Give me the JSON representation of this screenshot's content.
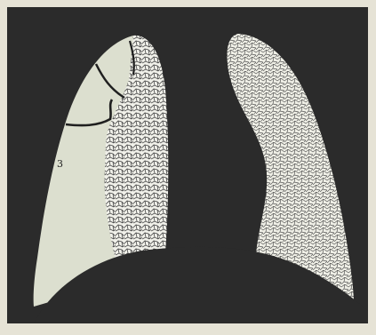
{
  "figure": {
    "label": "3",
    "colors": {
      "paper": "#e6e3d6",
      "dark_field": "#2b2b2b",
      "light_lung": "#dcdfcf",
      "texture_fill": "#f1f1ea",
      "texture_line": "#4a4a4a"
    },
    "parts": {
      "left_lung": "collapsed-clear-area",
      "right_lung": "textured-lung",
      "mediastinum": "dark-center",
      "diaphragm": "dark-dome"
    }
  }
}
